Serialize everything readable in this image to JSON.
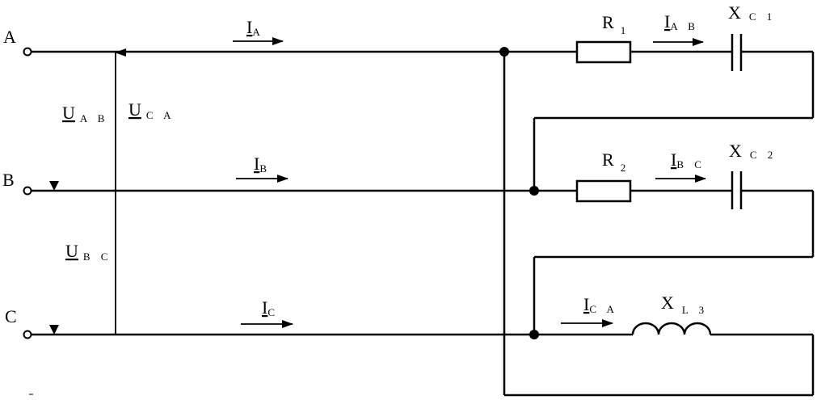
{
  "terminals": {
    "a": "A",
    "b": "B",
    "c": "C"
  },
  "currents": {
    "ia": {
      "main": "I",
      "sub": "A"
    },
    "ib": {
      "main": "I",
      "sub": "B"
    },
    "ic": {
      "main": "I",
      "sub": "C"
    },
    "iab": {
      "main": "I",
      "sub": "A B"
    },
    "ibc": {
      "main": "I",
      "sub": "B C"
    },
    "ica": {
      "main": "I",
      "sub": "C A"
    }
  },
  "voltages": {
    "uab": {
      "main": "U",
      "sub": "A B"
    },
    "uca": {
      "main": "U",
      "sub": "C A"
    },
    "ubc": {
      "main": "U",
      "sub": "B C"
    }
  },
  "components": {
    "r1": {
      "main": "R",
      "sub": "1"
    },
    "r2": {
      "main": "R",
      "sub": "2"
    },
    "xc1": {
      "main": "X",
      "sub": "C 1"
    },
    "xc2": {
      "main": "X",
      "sub": "C 2"
    },
    "xl3": {
      "main": "X",
      "sub": "L 3"
    }
  }
}
